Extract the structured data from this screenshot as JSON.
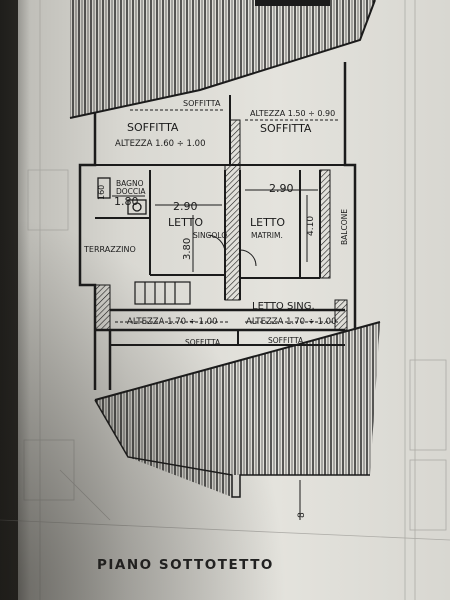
{
  "plan": {
    "title": "PIANO SOTTOTETTO",
    "page_mark": "8",
    "rooms": {
      "soffitta_top_label": "SOFFITTA",
      "soffitta_left_label": "SOFFITTA",
      "soffitta_left_height": "ALTEZZA 1.60 ÷ 1.00",
      "soffitta_right_label": "SOFFITTA",
      "soffitta_right_height": "ALTEZZA 1.50 ÷ 0.90",
      "bagno_label_1": "BAGNO",
      "bagno_label_2": "DOCCIA",
      "bagno_dim_h": "160",
      "bagno_dim_w": "1.80",
      "letto_singolo_label": "LETTO",
      "letto_singolo_sub": "SINGOLO",
      "letto_singolo_dim_w": "2.90",
      "letto_singolo_dim_h": "3.80",
      "letto_matrim_label": "LETTO",
      "letto_matrim_sub": "MATRIM.",
      "letto_matrim_dim_w": "2.90",
      "letto_matrim_dim_h": "4.10",
      "terrazzino_label": "TERRAZZINO",
      "balcone_label": "BALCONE",
      "letto_sing2_label": "LETTO SING.",
      "altezza_bottom_left": "ALTEZZA 1.70 ÷ 1.00",
      "altezza_bottom_right": "ALTEZZA 1.70 ÷ 1.00",
      "soffitta_bottom_left": "SOFFITTA",
      "soffitta_bottom_right": "SOFFITTA"
    }
  },
  "colors": {
    "ink": "#1b1b1b",
    "paper": "#e2e1db",
    "background": "#2c2a26"
  }
}
